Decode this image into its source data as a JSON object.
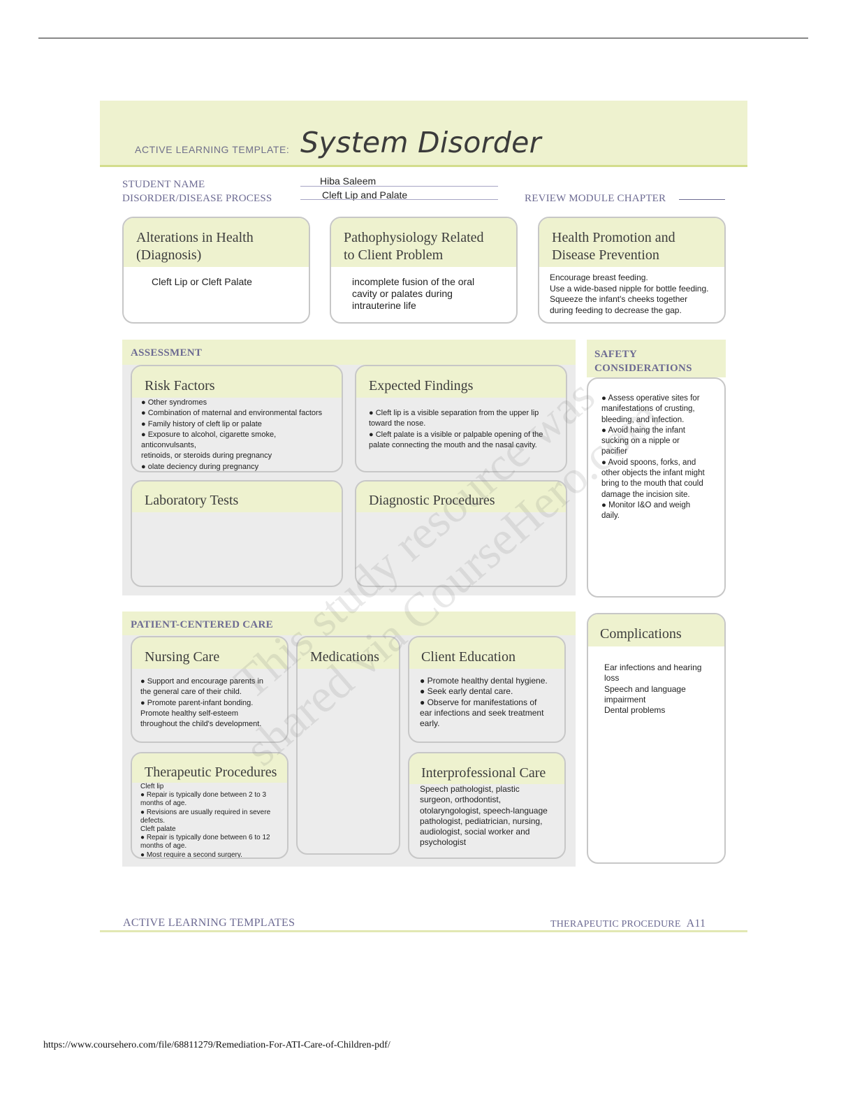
{
  "header": {
    "template_label": "ACTIVE LEARNING TEMPLATE:",
    "title": "System Disorder"
  },
  "form": {
    "student_name_label": "STUDENT NAME",
    "student_name_value": "Hiba Saleem",
    "disorder_label": "DISORDER/DISEASE PROCESS",
    "disorder_value": "Cleft Lip and Palate",
    "review_label": "REVIEW MODULE CHAPTER"
  },
  "top_boxes": {
    "alterations": {
      "title_l1": "Alterations in Health",
      "title_l2": "(Diagnosis)",
      "text": "Cleft Lip or Cleft Palate"
    },
    "pathophysiology": {
      "title_l1": "Pathophysiology Related",
      "title_l2": "to Client Problem",
      "lines": [
        "incomplete fusion of the oral",
        "cavity or palates during",
        "intrauterine life"
      ]
    },
    "health_promotion": {
      "title_l1": "Health Promotion and",
      "title_l2": "Disease Prevention",
      "lines": [
        "Encourage breast feeding.",
        "Use a wide-based nipple for bottle feeding.",
        "Squeeze the infant's cheeks together",
        "during feeding to decrease the gap."
      ]
    }
  },
  "assessment": {
    "section_title": "ASSESSMENT",
    "risk_factors": {
      "title": "Risk Factors",
      "lines": [
        "● Other syndromes",
        "● Combination of maternal and environmental factors",
        "● Family history of cleft lip or palate",
        "● Exposure to alcohol, cigarette smoke,",
        "anticonvulsants,",
        "retinoids, or steroids during pregnancy",
        "● olate deciency during pregnancy"
      ]
    },
    "expected_findings": {
      "title": "Expected Findings",
      "lines": [
        "● Cleft lip is a visible separation from the upper lip",
        "toward the nose.",
        "● Cleft palate is a visible or palpable opening of the",
        "palate connecting the mouth and the nasal cavity."
      ]
    },
    "laboratory_tests": {
      "title": "Laboratory Tests"
    },
    "diagnostic_procedures": {
      "title": "Diagnostic Procedures"
    }
  },
  "safety": {
    "title_l1": "SAFETY",
    "title_l2": "CONSIDERATIONS",
    "lines": [
      "● Assess operative sites for",
      "manifestations of crusting,",
      "bleeding, and infection.",
      "● Avoid haing the infant",
      "sucking on a nipple or",
      "pacifier",
      "● Avoid spoons, forks, and",
      "other objects the infant might",
      "bring to the mouth that could",
      "damage the incision site.",
      "● Monitor I&O and weigh",
      "daily."
    ]
  },
  "patient_care": {
    "section_title": "PATIENT-CENTERED CARE",
    "nursing_care": {
      "title": "Nursing Care",
      "lines": [
        "● Support and encourage parents in",
        "the general care of their child.",
        "● Promote parent-infant bonding.",
        "Promote healthy self-esteem",
        "throughout the child's development."
      ]
    },
    "medications": {
      "title": "Medications"
    },
    "client_education": {
      "title": "Client Education",
      "lines": [
        "● Promote healthy dental hygiene.",
        "● Seek early dental care.",
        "● Observe for manifestations of",
        "ear infections and seek treatment",
        "early."
      ]
    },
    "therapeutic_procedures": {
      "title": "Therapeutic Procedures",
      "lines": [
        "Cleft lip",
        "● Repair is typically done between 2 to 3",
        "months of age.",
        "● Revisions are usually required in severe",
        "defects.",
        "Cleft palate",
        "● Repair is typically done between 6 to 12",
        "months of age.",
        "● Most require a second surgery."
      ]
    },
    "interprofessional_care": {
      "title": "Interprofessional Care",
      "lines": [
        "Speech pathologist, plastic",
        "surgeon, orthodontist,",
        "otolaryngologist, speech-language",
        "pathologist, pediatrician, nursing,",
        "audiologist, social worker and",
        "psychologist"
      ]
    }
  },
  "complications": {
    "title": "Complications",
    "lines": [
      "Ear infections and hearing",
      "loss",
      "Speech and language",
      "impairment",
      "Dental problems"
    ]
  },
  "footer": {
    "left": "ACTIVE LEARNING TEMPLATES",
    "right": "THERAPEUTIC PROCEDURE",
    "code": "A11"
  },
  "watermark": {
    "line1": "This study resource was",
    "line2": "shared via CourseHero.com"
  },
  "source_url": "https://www.coursehero.com/file/68811279/Remediation-For-ATI-Care-of-Children-pdf/"
}
